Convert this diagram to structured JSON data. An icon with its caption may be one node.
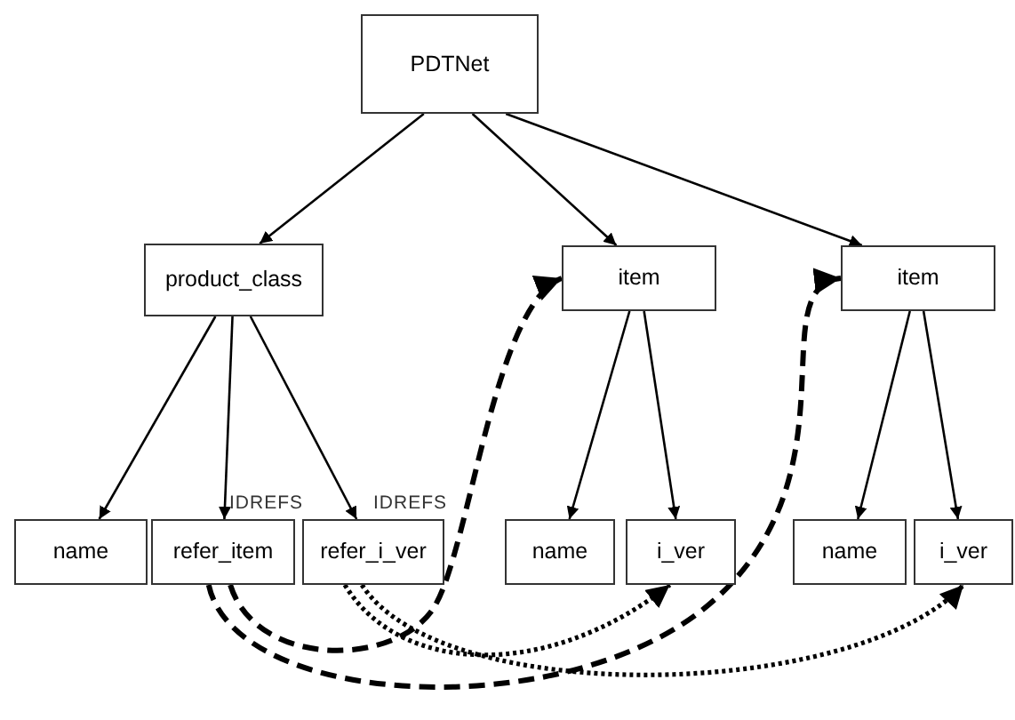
{
  "diagram": {
    "nodes": [
      {
        "text": [
          "PDTNet"
        ]
      },
      {
        "text": [
          "product_class"
        ]
      },
      {
        "text": [
          "item"
        ]
      },
      {
        "text": [
          "item"
        ]
      },
      {
        "text": [
          "name"
        ]
      },
      {
        "text": [
          "refer_item"
        ],
        "beside": [
          "IDREFS"
        ]
      },
      {
        "text": [
          "refer_i_ver"
        ],
        "beside": [
          "IDREFS"
        ]
      },
      {
        "text": [
          "name"
        ]
      },
      {
        "text": [
          "i_ver"
        ]
      },
      {
        "text": [
          "name"
        ]
      },
      {
        "text": [
          "i_ver"
        ]
      }
    ],
    "edges": [
      {
        "from": 0,
        "to": 1,
        "arrow": "to"
      },
      {
        "from": 0,
        "to": 2,
        "arrow": "to"
      },
      {
        "from": 0,
        "to": 3,
        "arrow": "to"
      },
      {
        "from": 1,
        "to": 4,
        "arrow": "to"
      },
      {
        "from": 1,
        "to": 5,
        "arrow": "to"
      },
      {
        "from": 1,
        "to": 6,
        "arrow": "to"
      },
      {
        "from": 2,
        "to": 7,
        "arrow": "to"
      },
      {
        "from": 2,
        "to": 8,
        "arrow": "to"
      },
      {
        "from": 3,
        "to": 9,
        "arrow": "to"
      },
      {
        "from": 3,
        "to": 10,
        "arrow": "to"
      },
      {
        "from": 5,
        "to": 2,
        "arrow": "to",
        "style": "dashed"
      },
      {
        "from": 5,
        "to": 3,
        "arrow": "to",
        "style": "dashed"
      },
      {
        "from": 6,
        "to": 8,
        "arrow": "to",
        "style": "dashed"
      },
      {
        "from": 6,
        "to": 10,
        "arrow": "to",
        "style": "dashed"
      }
    ]
  }
}
